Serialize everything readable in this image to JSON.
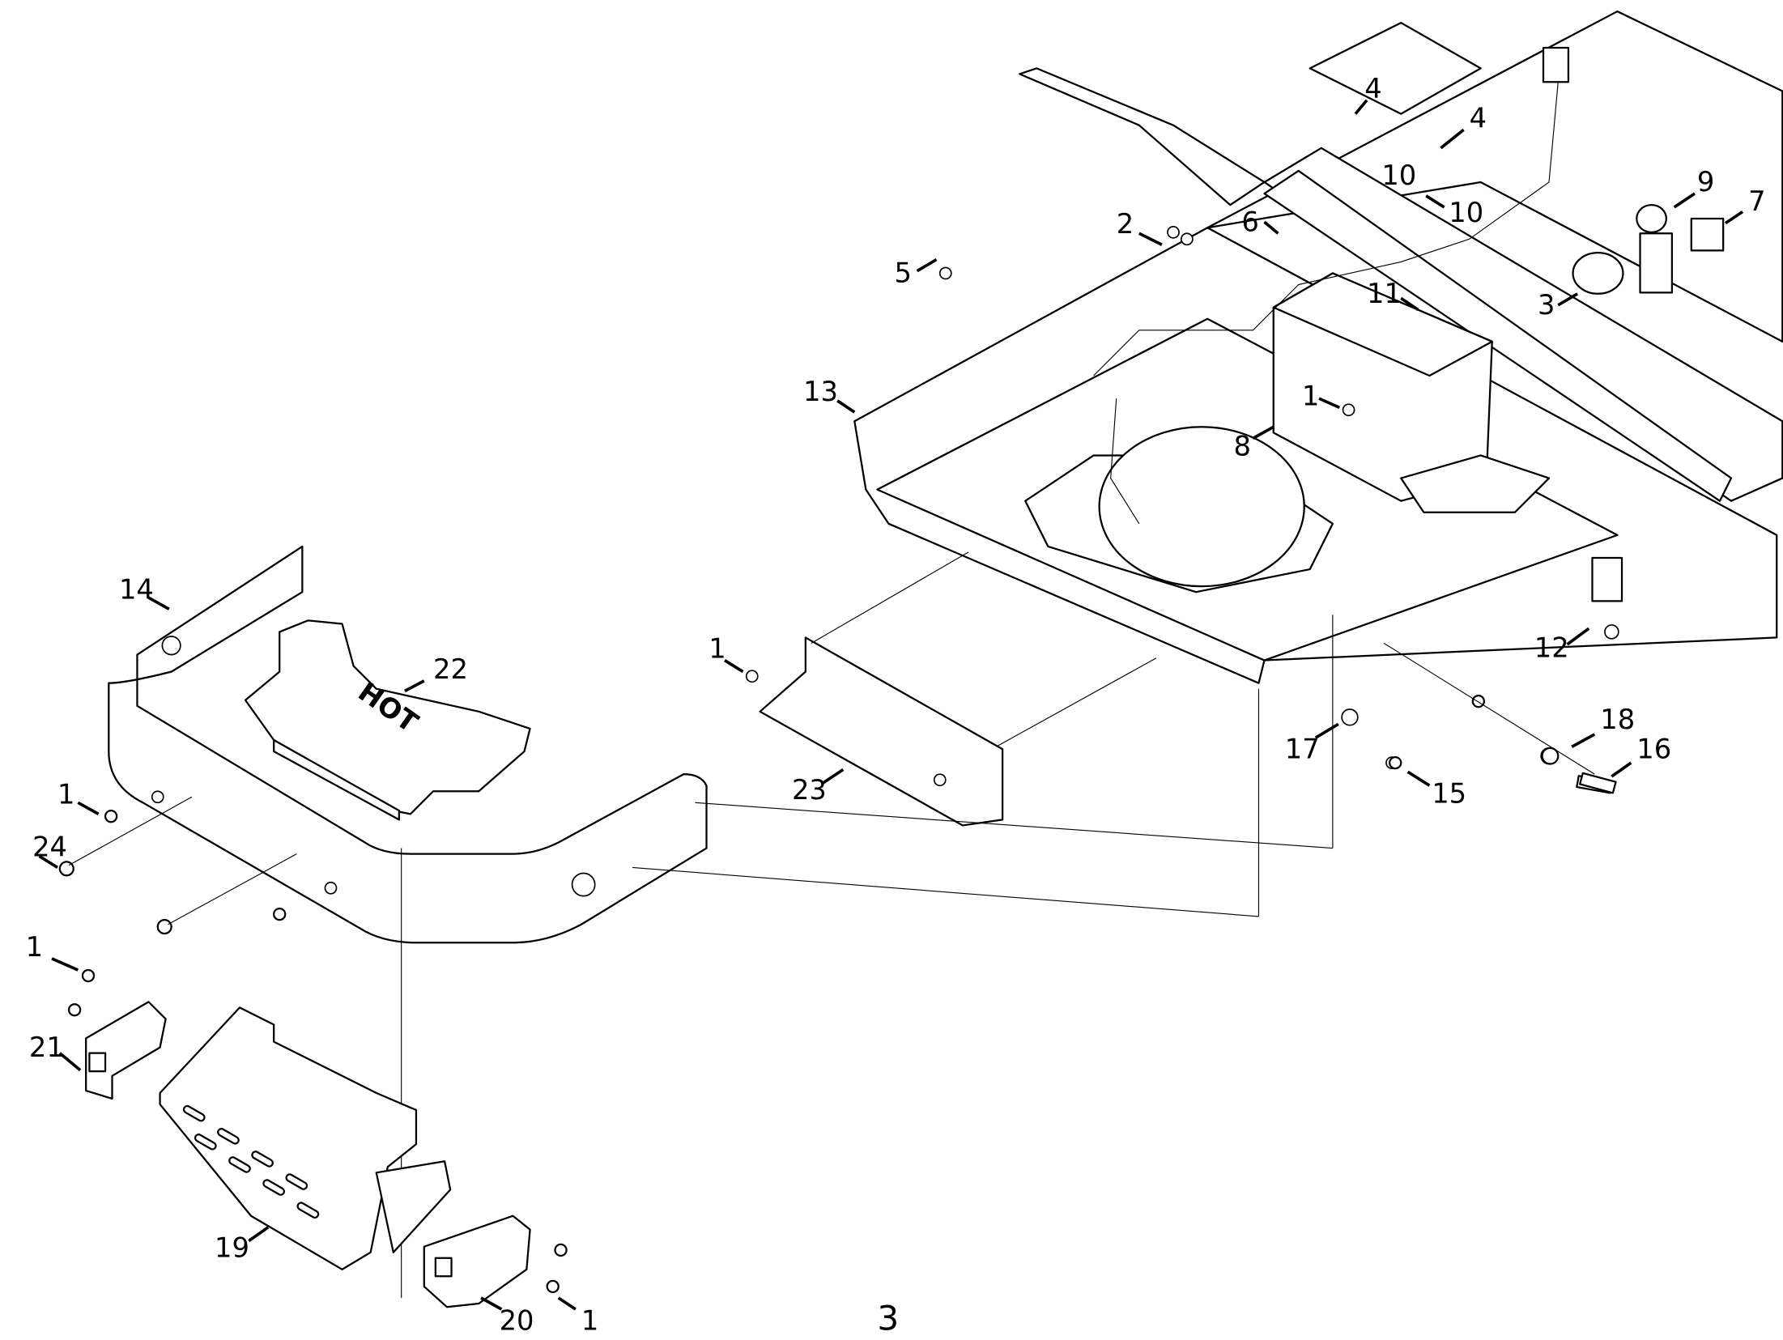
{
  "diagram": {
    "page_number": "3",
    "decal_text": "HOT",
    "callouts": [
      {
        "label": "4"
      },
      {
        "label": "4"
      },
      {
        "label": "10"
      },
      {
        "label": "10"
      },
      {
        "label": "9"
      },
      {
        "label": "7"
      },
      {
        "label": "6"
      },
      {
        "label": "2"
      },
      {
        "label": "5"
      },
      {
        "label": "11"
      },
      {
        "label": "3"
      },
      {
        "label": "13"
      },
      {
        "label": "1"
      },
      {
        "label": "8"
      },
      {
        "label": "14"
      },
      {
        "label": "22"
      },
      {
        "label": "1"
      },
      {
        "label": "12"
      },
      {
        "label": "18"
      },
      {
        "label": "16"
      },
      {
        "label": "17"
      },
      {
        "label": "15"
      },
      {
        "label": "23"
      },
      {
        "label": "1"
      },
      {
        "label": "24"
      },
      {
        "label": "1"
      },
      {
        "label": "21"
      },
      {
        "label": "19"
      },
      {
        "label": "20"
      },
      {
        "label": "1"
      }
    ]
  }
}
